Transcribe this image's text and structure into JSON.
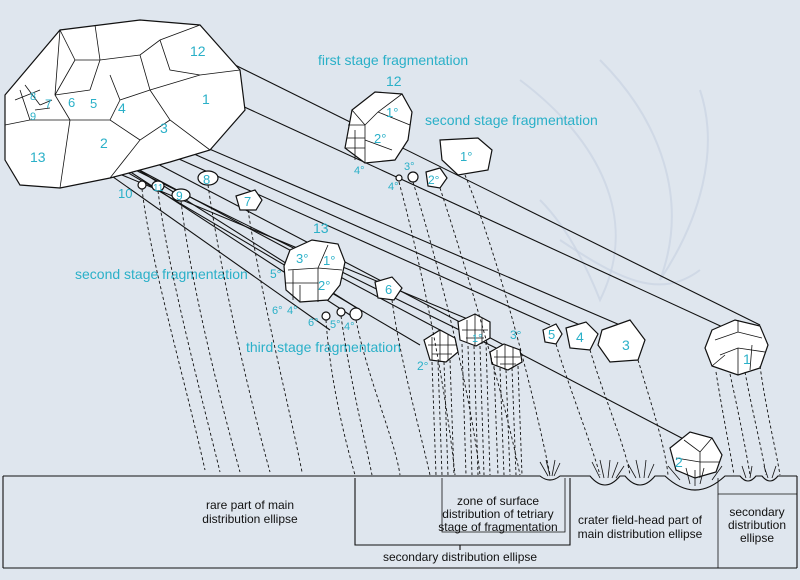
{
  "colors": {
    "background": "#dfe6ee",
    "label": "#2ab0c8",
    "ink": "#111111"
  },
  "stage_labels": {
    "first": "first stage fragmentation",
    "second_a": "second stage fragmentation",
    "second_b": "second stage fragmentation",
    "third": "third stage fragmentation"
  },
  "main_body_numbers": [
    "12",
    "1",
    "3",
    "4",
    "5",
    "6",
    "7",
    "8",
    "9",
    "2",
    "13"
  ],
  "fragment_numbers": {
    "n12_top": "12",
    "n1_deg_a": "1°",
    "n2_deg_a": "2°",
    "n3_deg_a": "3°",
    "n4_deg_a": "4°",
    "n1_deg_big": "1°",
    "n10": "10",
    "n11": "11",
    "n9": "9",
    "n8": "8",
    "n7": "7",
    "n13": "13",
    "n3_deg_b": "3°",
    "n1_deg_b": "1°",
    "n5_deg_b": "5°",
    "n2_deg_b": "2°",
    "n6_deg_b": "6°",
    "n4_deg_b": "4°",
    "n6_deg_c": "6°",
    "n5_deg_c": "5°",
    "n4_deg_c": "4°",
    "n6": "6",
    "n2_deg_c": "2°",
    "n1_deg_c": "1°",
    "n3_deg_c": "3°",
    "n5": "5",
    "n4": "4",
    "n3": "3",
    "n1": "1",
    "n2": "2"
  },
  "ground_labels": {
    "rare_line1": "rare part of main",
    "rare_line2": "distribution ellipse",
    "zone_line1": "zone of surface",
    "zone_line2": "distribution of tetriary",
    "zone_line3": "stage of fragmentation",
    "crater_line1": "crater field-head part of",
    "crater_line2": "main distribution ellipse",
    "sec_right_line1": "secondary",
    "sec_right_line2": "distribution",
    "sec_right_line3": "ellipse",
    "sec_bottom": "secondary distribution ellipse"
  }
}
